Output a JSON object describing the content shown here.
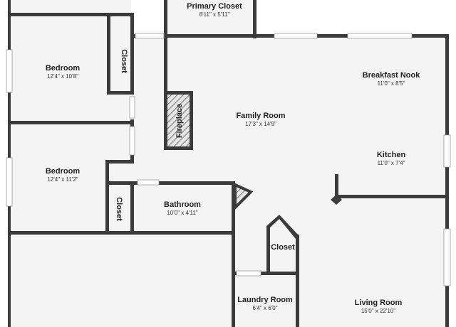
{
  "rooms": {
    "primary_closet": {
      "name": "Primary Closet",
      "dims": "8'11\" x 5'11\""
    },
    "bedroom_1": {
      "name": "Bedroom",
      "dims": "12'4\" x 10'8\""
    },
    "closet_1": {
      "name": "Closet"
    },
    "family_room": {
      "name": "Family Room",
      "dims": "17'3\" x 14'9\""
    },
    "fireplace": {
      "name": "Fireplace"
    },
    "breakfast_nook": {
      "name": "Breakfast Nook",
      "dims": "11'0\" x 8'5\""
    },
    "kitchen": {
      "name": "Kitchen",
      "dims": "11'0\" x 7'4\""
    },
    "bedroom_2": {
      "name": "Bedroom",
      "dims": "12'4\" x 11'2\""
    },
    "closet_2": {
      "name": "Closet"
    },
    "bathroom": {
      "name": "Bathroom",
      "dims": "10'0\" x 4'11\""
    },
    "closet_3": {
      "name": "Closet"
    },
    "laundry_room": {
      "name": "Laundry Room",
      "dims": "6'4\" x 6'0\""
    },
    "living_room": {
      "name": "Living Room",
      "dims": "15'0\" x 22'10\""
    }
  },
  "colors": {
    "wall": "#3b3b3b",
    "floor": "#f4f4f4",
    "window": "#ffffff",
    "hatch": "#555555"
  }
}
